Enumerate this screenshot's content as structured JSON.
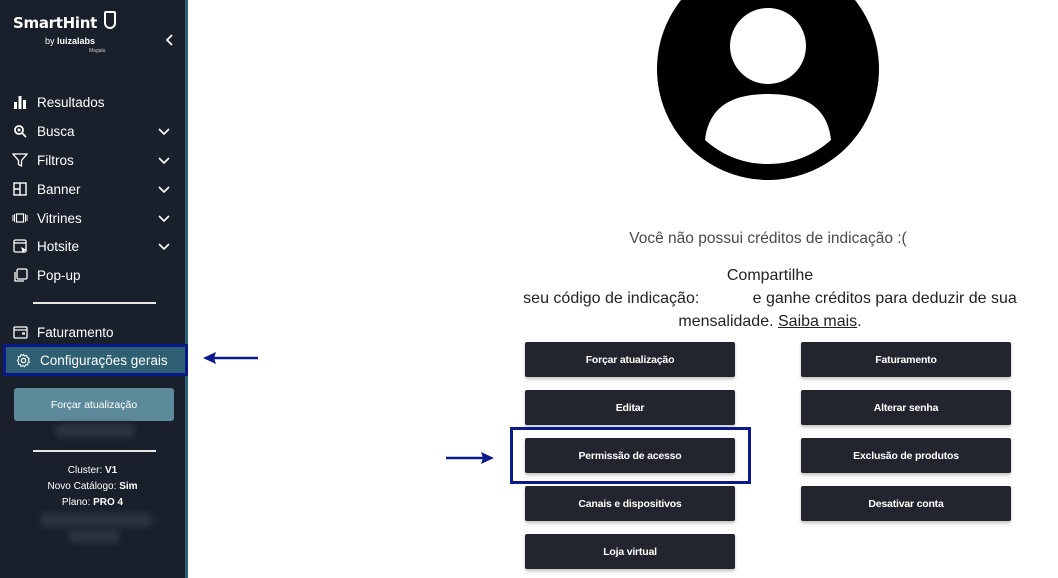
{
  "brand": {
    "name": "SmartHint",
    "by_prefix": "by ",
    "by_name": "luizalabs",
    "tiny": "Magalu"
  },
  "sidebar": {
    "items": [
      {
        "label": "Resultados",
        "icon": "bar-chart-icon",
        "has_chevron": false
      },
      {
        "label": "Busca",
        "icon": "search-icon",
        "has_chevron": true
      },
      {
        "label": "Filtros",
        "icon": "filter-icon",
        "has_chevron": true
      },
      {
        "label": "Banner",
        "icon": "banner-icon",
        "has_chevron": true
      },
      {
        "label": "Vitrines",
        "icon": "showcase-icon",
        "has_chevron": true
      },
      {
        "label": "Hotsite",
        "icon": "hotsite-icon",
        "has_chevron": true
      },
      {
        "label": "Pop-up",
        "icon": "popup-icon",
        "has_chevron": false
      }
    ],
    "bottom_items": [
      {
        "label": "Faturamento",
        "icon": "wallet-icon"
      },
      {
        "label": "Configurações gerais",
        "icon": "gear-icon",
        "active": true
      }
    ],
    "force_update_label": "Forçar atualização",
    "cluster_label": "Cluster: ",
    "cluster_value": "V1",
    "catalog_label": "Novo Catálogo: ",
    "catalog_value": "Sim",
    "plan_label": "Plano: ",
    "plan_value": "PRO 4"
  },
  "main": {
    "no_credits": "Você não possui créditos de indicação :(",
    "share_line1": "Compartilhe",
    "share_line2": "seu código de indicação:            e ganhe créditos para deduzir de sua",
    "share_line3": "mensalidade. ",
    "share_link": "Saiba mais",
    "share_end": ".",
    "buttons_left": [
      "Forçar atualização",
      "Editar",
      "Permissão de acesso",
      "Canais e dispositivos",
      "Loja virtual"
    ],
    "buttons_right": [
      "Faturamento",
      "Alterar senha",
      "Exclusão de produtos",
      "Desativar conta"
    ]
  },
  "colors": {
    "sidebar_bg": "#1a1f2c",
    "active_bg": "#2f5f73",
    "highlight": "#0a1a8c",
    "button_bg": "#22252d"
  }
}
